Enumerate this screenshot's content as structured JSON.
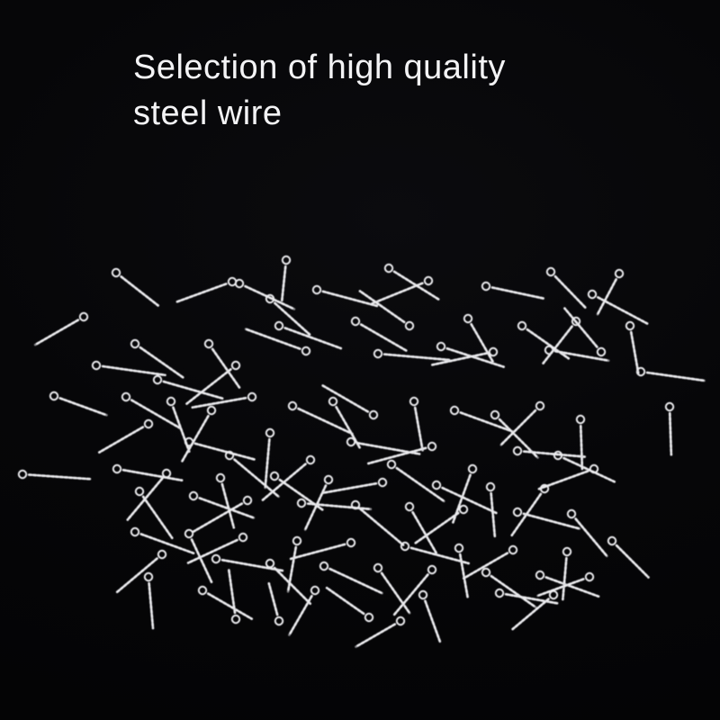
{
  "title": {
    "text": "Selection of high quality\nsteel wire"
  },
  "colors": {
    "background": "#060608",
    "title_text": "#f3f3f5",
    "wire_base": "#8a8a8e",
    "wire_highlight": "#ededf0"
  },
  "illustration": {
    "description": "pile of small twisted stainless steel eye pins scattered on black surface",
    "pin_style": {
      "eye_radius": 4.2,
      "shaft_width": 2.6,
      "twist_dash": "2.6 2.4",
      "blur": 0.55
    },
    "pins": [
      [
        129,
        303,
        38,
        52
      ],
      [
        318,
        289,
        96,
        38
      ],
      [
        258,
        313,
        160,
        58
      ],
      [
        266,
        315,
        25,
        60
      ],
      [
        352,
        322,
        15,
        62
      ],
      [
        300,
        332,
        42,
        52
      ],
      [
        432,
        298,
        32,
        58
      ],
      [
        476,
        312,
        158,
        60
      ],
      [
        540,
        318,
        12,
        58
      ],
      [
        612,
        302,
        46,
        48
      ],
      [
        658,
        327,
        28,
        62
      ],
      [
        688,
        304,
        118,
        44
      ],
      [
        107,
        406,
        8,
        70
      ],
      [
        150,
        382,
        35,
        58
      ],
      [
        175,
        422,
        16,
        68
      ],
      [
        232,
        382,
        55,
        52
      ],
      [
        262,
        406,
        142,
        62
      ],
      [
        310,
        362,
        20,
        66
      ],
      [
        340,
        390,
        200,
        64
      ],
      [
        395,
        357,
        30,
        58
      ],
      [
        420,
        393,
        5,
        72
      ],
      [
        455,
        362,
        215,
        60
      ],
      [
        490,
        385,
        18,
        66
      ],
      [
        520,
        354,
        60,
        48
      ],
      [
        548,
        391,
        168,
        62
      ],
      [
        580,
        362,
        35,
        56
      ],
      [
        610,
        389,
        10,
        60
      ],
      [
        640,
        357,
        128,
        52
      ],
      [
        668,
        391,
        230,
        56
      ],
      [
        712,
        413,
        8,
        64
      ],
      [
        700,
        362,
        80,
        46
      ],
      [
        93,
        352,
        150,
        55
      ],
      [
        60,
        440,
        20,
        55
      ],
      [
        140,
        441,
        30,
        62
      ],
      [
        165,
        471,
        150,
        56
      ],
      [
        190,
        446,
        70,
        52
      ],
      [
        210,
        491,
        15,
        68
      ],
      [
        235,
        456,
        120,
        58
      ],
      [
        255,
        506,
        40,
        64
      ],
      [
        280,
        441,
        170,
        60
      ],
      [
        300,
        481,
        95,
        54
      ],
      [
        325,
        451,
        25,
        66
      ],
      [
        345,
        511,
        140,
        62
      ],
      [
        370,
        446,
        60,
        52
      ],
      [
        390,
        491,
        10,
        70
      ],
      [
        415,
        461,
        210,
        58
      ],
      [
        435,
        516,
        35,
        64
      ],
      [
        460,
        446,
        80,
        48
      ],
      [
        480,
        496,
        165,
        66
      ],
      [
        505,
        456,
        20,
        62
      ],
      [
        525,
        521,
        110,
        56
      ],
      [
        550,
        461,
        45,
        60
      ],
      [
        575,
        501,
        5,
        68
      ],
      [
        600,
        451,
        135,
        54
      ],
      [
        620,
        506,
        25,
        62
      ],
      [
        645,
        466,
        88,
        48
      ],
      [
        660,
        521,
        160,
        58
      ],
      [
        130,
        521,
        10,
        66
      ],
      [
        155,
        546,
        55,
        56
      ],
      [
        185,
        526,
        130,
        60
      ],
      [
        215,
        551,
        20,
        64
      ],
      [
        245,
        531,
        75,
        50
      ],
      [
        275,
        556,
        150,
        62
      ],
      [
        305,
        529,
        35,
        58
      ],
      [
        335,
        559,
        5,
        70
      ],
      [
        365,
        533,
        115,
        54
      ],
      [
        395,
        561,
        40,
        62
      ],
      [
        425,
        536,
        170,
        60
      ],
      [
        455,
        563,
        60,
        52
      ],
      [
        485,
        539,
        25,
        66
      ],
      [
        515,
        566,
        145,
        58
      ],
      [
        545,
        541,
        85,
        48
      ],
      [
        575,
        569,
        15,
        64
      ],
      [
        605,
        543,
        125,
        56
      ],
      [
        635,
        571,
        50,
        54
      ],
      [
        150,
        591,
        20,
        62
      ],
      [
        180,
        616,
        140,
        58
      ],
      [
        210,
        593,
        65,
        52
      ],
      [
        240,
        621,
        10,
        68
      ],
      [
        270,
        597,
        155,
        60
      ],
      [
        300,
        626,
        45,
        56
      ],
      [
        330,
        601,
        100,
        50
      ],
      [
        360,
        629,
        25,
        64
      ],
      [
        390,
        603,
        165,
        62
      ],
      [
        420,
        631,
        55,
        54
      ],
      [
        450,
        607,
        15,
        66
      ],
      [
        480,
        633,
        130,
        58
      ],
      [
        510,
        609,
        80,
        48
      ],
      [
        540,
        636,
        35,
        60
      ],
      [
        570,
        611,
        150,
        56
      ],
      [
        600,
        639,
        20,
        62
      ],
      [
        630,
        613,
        95,
        46
      ],
      [
        655,
        641,
        160,
        54
      ],
      [
        165,
        641,
        85,
        50
      ],
      [
        225,
        656,
        30,
        56
      ],
      [
        350,
        656,
        120,
        50
      ],
      [
        470,
        661,
        70,
        48
      ],
      [
        555,
        659,
        10,
        58
      ],
      [
        615,
        661,
        140,
        52
      ],
      [
        680,
        601,
        45,
        50
      ],
      [
        25,
        527,
        4,
        68
      ],
      [
        744,
        452,
        88,
        46
      ],
      [
        262,
        688,
        262,
        48
      ],
      [
        310,
        690,
        255,
        36
      ],
      [
        410,
        686,
        215,
        50
      ],
      [
        445,
        690,
        150,
        50
      ]
    ]
  }
}
